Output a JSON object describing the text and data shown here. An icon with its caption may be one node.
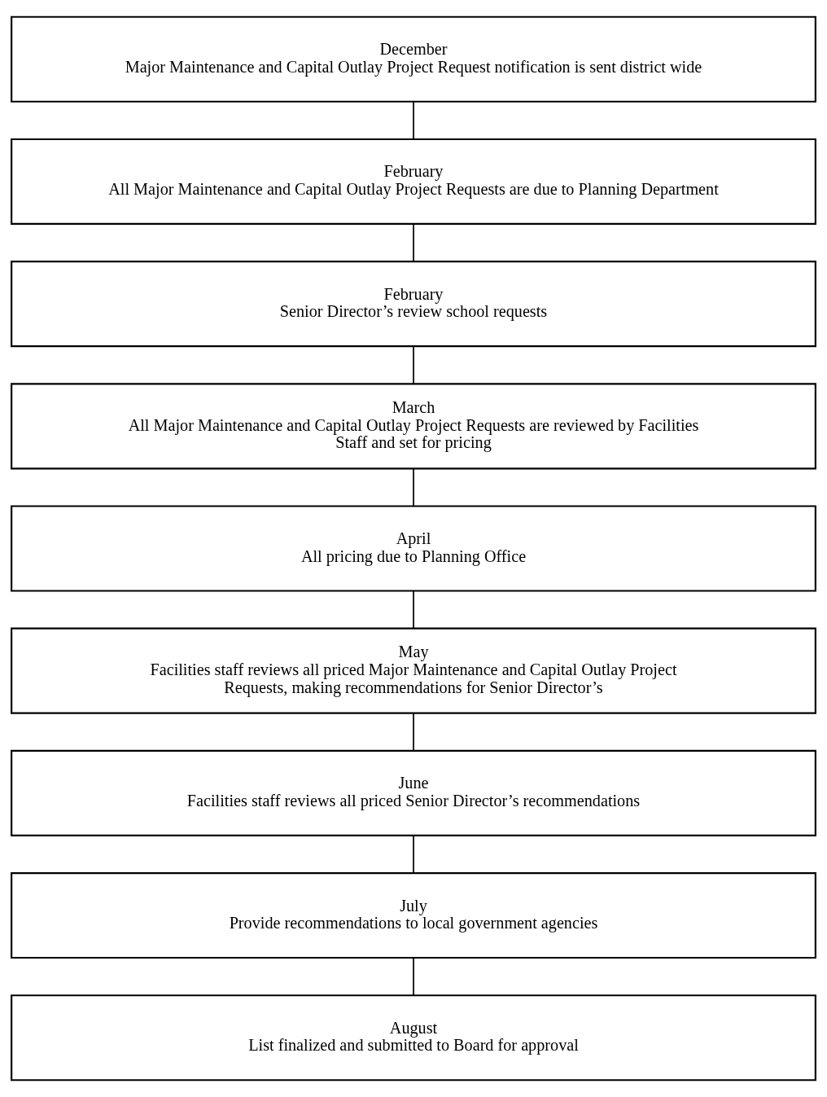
{
  "diagram": {
    "nodes": [
      {
        "text": [
          "December",
          "Major Maintenance and Capital Outlay Project Request notification is sent district wide"
        ]
      },
      {
        "text": [
          "February",
          "All Major Maintenance and Capital Outlay Project Requests are due to Planning Department"
        ]
      },
      {
        "text": [
          "February",
          "Senior Director’s review school requests"
        ]
      },
      {
        "text": [
          "March",
          "All Major Maintenance and Capital Outlay Project Requests are reviewed by Facilities Staff and set for pricing"
        ]
      },
      {
        "text": [
          "April",
          "All pricing due to Planning Office"
        ]
      },
      {
        "text": [
          "May",
          "Facilities staff reviews all priced Major Maintenance and Capital Outlay Project Requests, making recommendations for Senior Director’s"
        ]
      },
      {
        "text": [
          "June",
          "Facilities staff reviews all priced Senior Director’s recommendations"
        ]
      },
      {
        "text": [
          "July",
          "Provide recommendations to local government agencies"
        ]
      },
      {
        "text": [
          "August",
          "List finalized and submitted to Board for approval"
        ]
      }
    ],
    "edges": [
      {
        "from": 0,
        "to": 1,
        "arrow": "none"
      },
      {
        "from": 1,
        "to": 2,
        "arrow": "none"
      },
      {
        "from": 2,
        "to": 3,
        "arrow": "none"
      },
      {
        "from": 3,
        "to": 4,
        "arrow": "none"
      },
      {
        "from": 4,
        "to": 5,
        "arrow": "none"
      },
      {
        "from": 5,
        "to": 6,
        "arrow": "none"
      },
      {
        "from": 6,
        "to": 7,
        "arrow": "none"
      },
      {
        "from": 7,
        "to": 8,
        "arrow": "none"
      }
    ]
  }
}
